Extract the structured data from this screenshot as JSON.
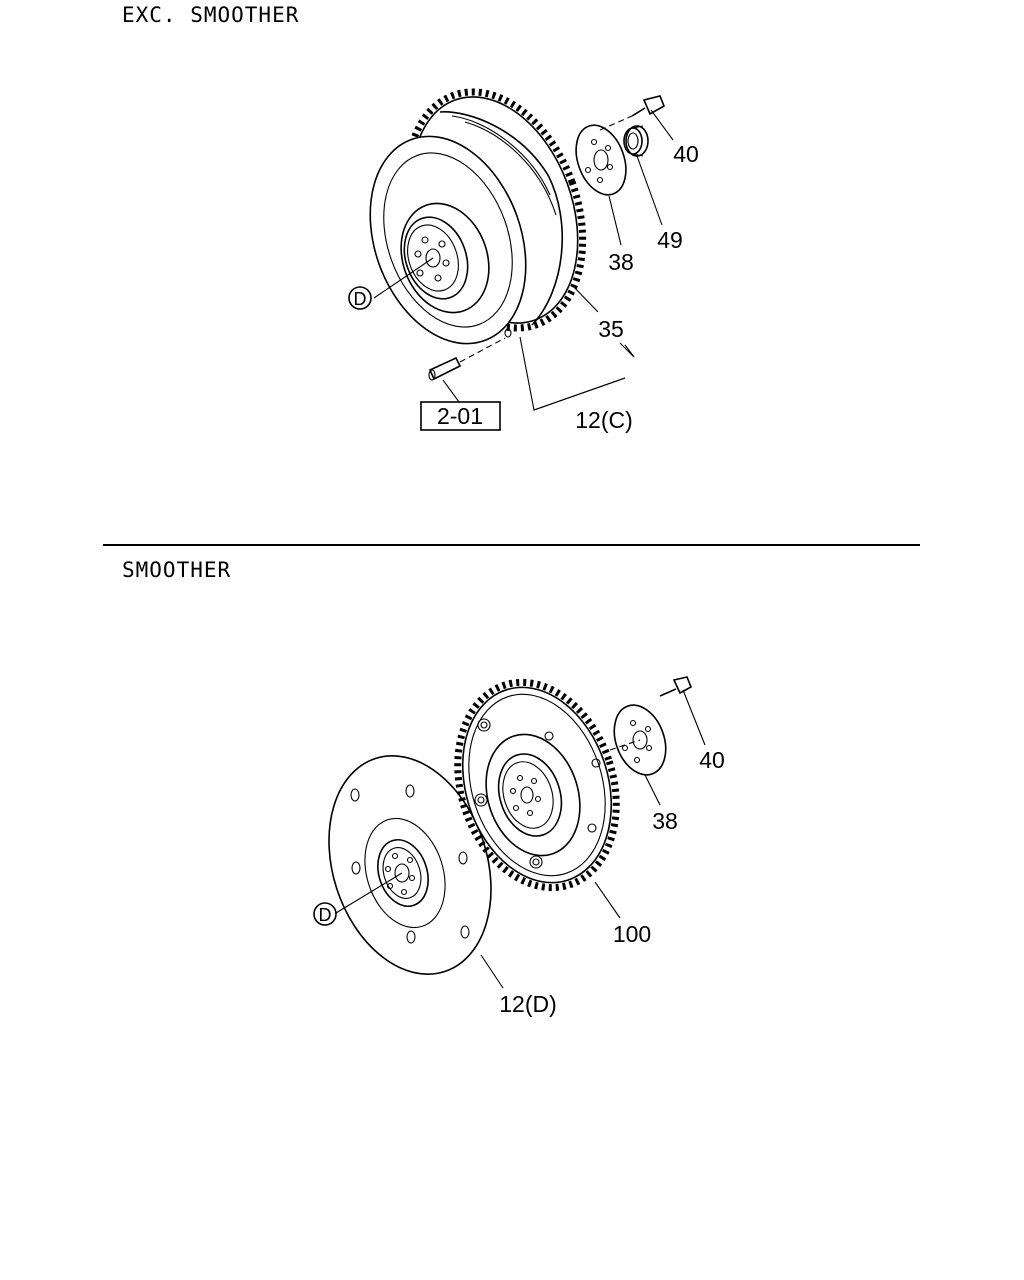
{
  "sections": [
    {
      "title": "EXC. SMOOTHER",
      "labels": {
        "ref_d": "D",
        "box_ref": "2-01",
        "p40": "40",
        "p49": "49",
        "p38": "38",
        "p35": "35",
        "p12": "12(C)"
      }
    },
    {
      "title": "SMOOTHER",
      "labels": {
        "ref_d": "D",
        "p40": "40",
        "p38": "38",
        "p100": "100",
        "p12": "12(D)"
      }
    }
  ]
}
